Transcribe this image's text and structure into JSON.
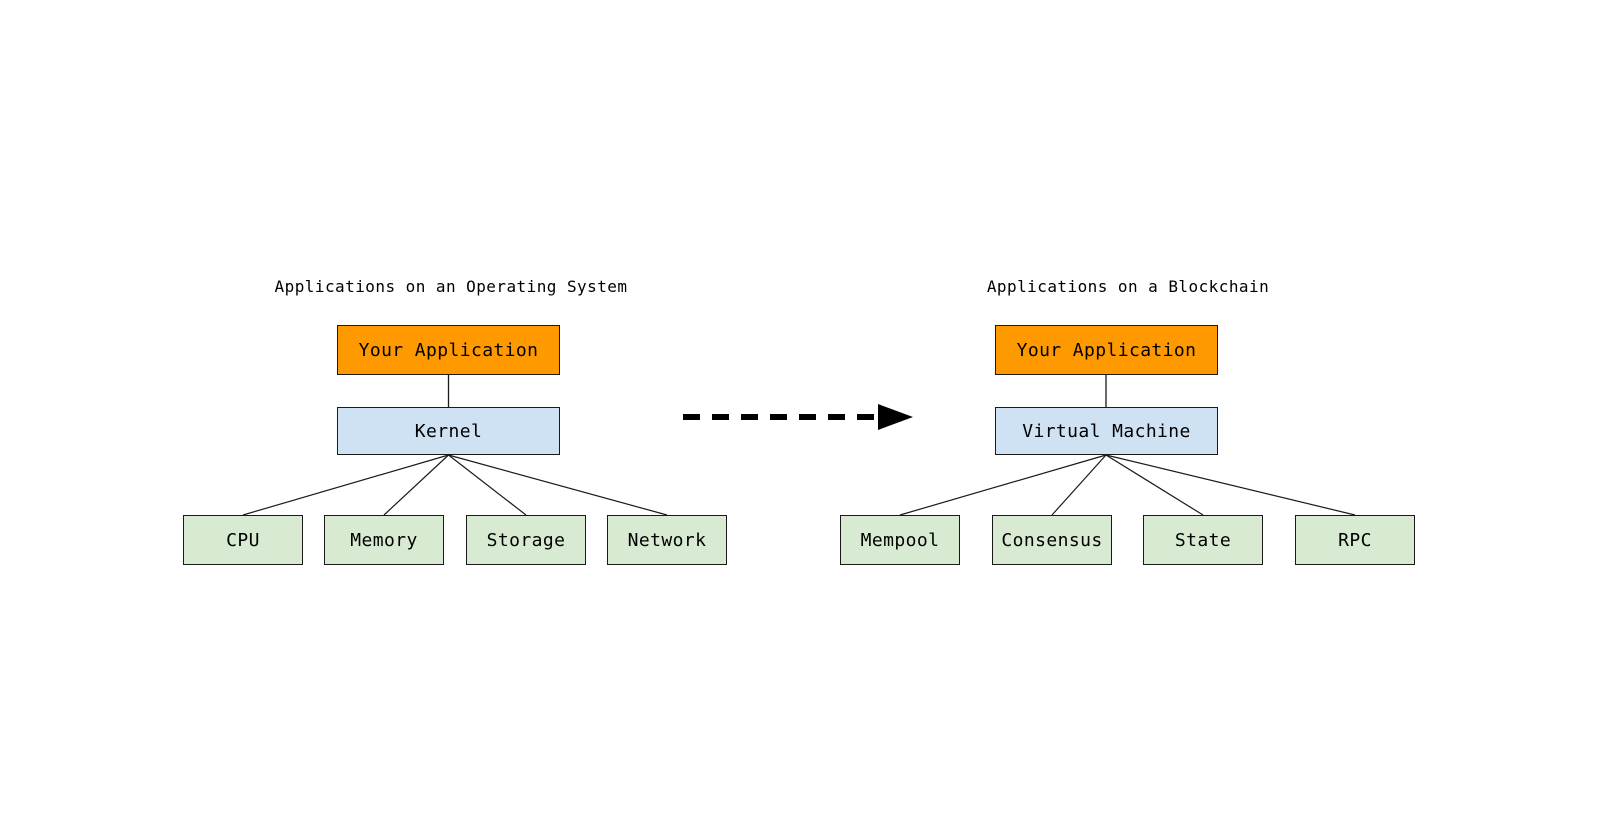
{
  "left_diagram": {
    "title": "Applications on an Operating System",
    "app_box": "Your Application",
    "platform_box": "Kernel",
    "children": [
      "CPU",
      "Memory",
      "Storage",
      "Network"
    ]
  },
  "right_diagram": {
    "title": "Applications on a Blockchain",
    "app_box": "Your Application",
    "platform_box": "Virtual Machine",
    "children": [
      "Mempool",
      "Consensus",
      "State",
      "RPC"
    ]
  },
  "arrow": {
    "type": "dashed-right-arrow",
    "meaning": "transformation from operating system stack to blockchain stack"
  },
  "colors": {
    "app_fill": "#ff9900",
    "platform_fill": "#cfe2f3",
    "component_fill": "#d9ead3",
    "box_border": "#1a1a1a",
    "connector": "#1a1a1a",
    "arrow": "#000000",
    "text": "#000000",
    "background": "#ffffff"
  }
}
